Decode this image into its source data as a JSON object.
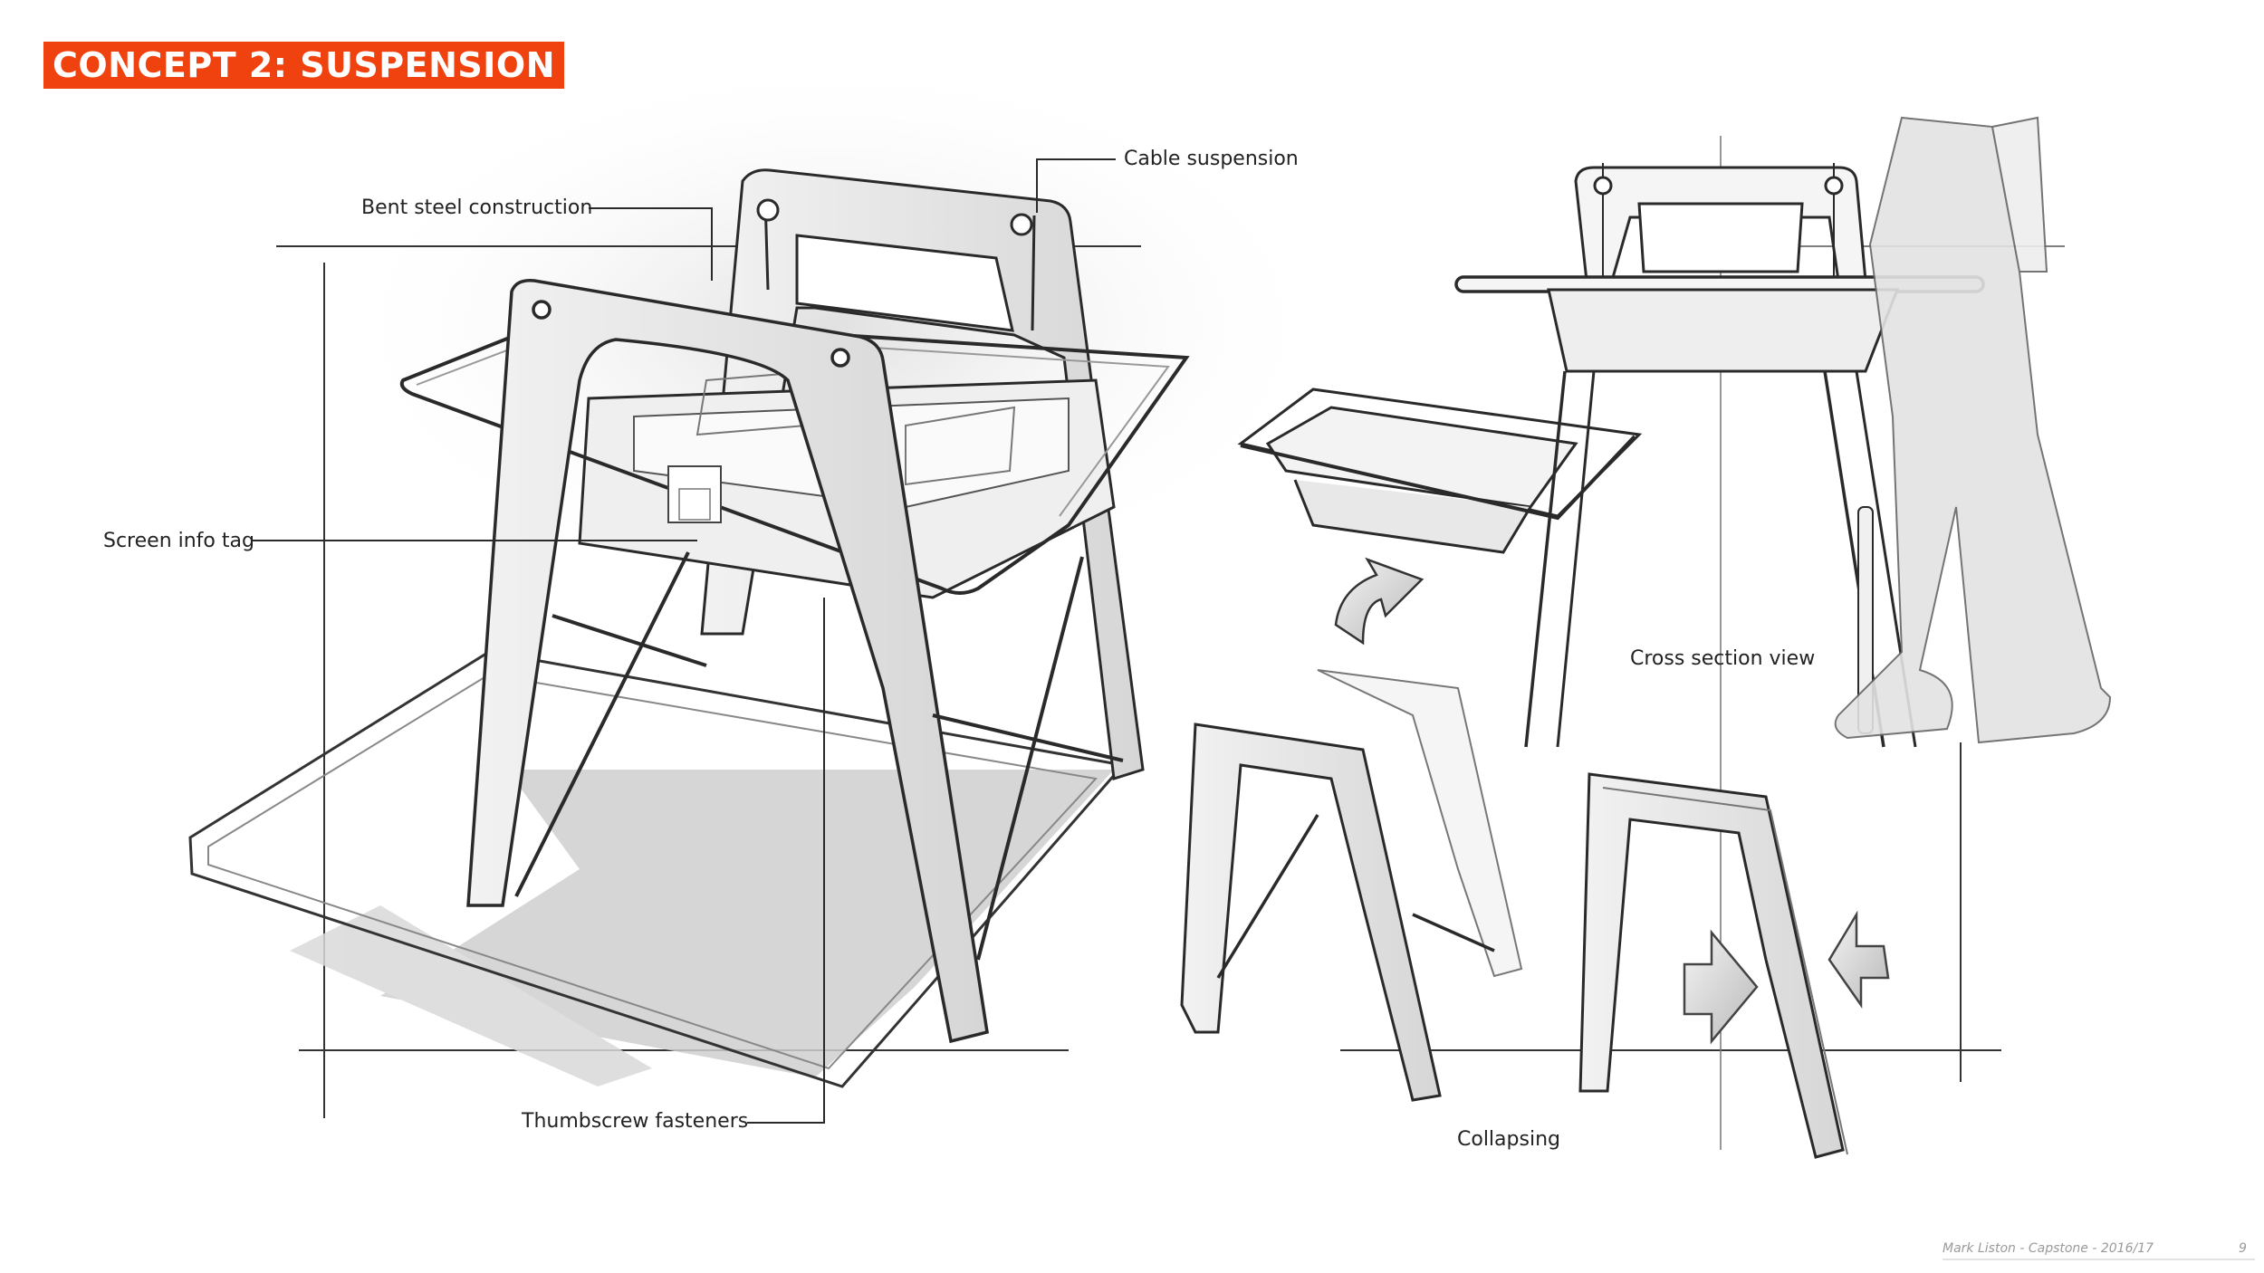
{
  "title": "CONCEPT 2: SUSPENSION",
  "callouts": {
    "cable_suspension": "Cable suspension",
    "bent_steel": "Bent steel construction",
    "screen_info_tag": "Screen info tag",
    "thumbscrew": "Thumbscrew fasteners",
    "cross_section": "Cross section view",
    "collapsing": "Collapsing"
  },
  "footer": {
    "credit": "Mark Liston - Capstone - 2016/17",
    "page": "9"
  },
  "colors": {
    "accent": "#f0420f",
    "ink": "#2a2a2a",
    "shadow": "#c9c9c9"
  }
}
